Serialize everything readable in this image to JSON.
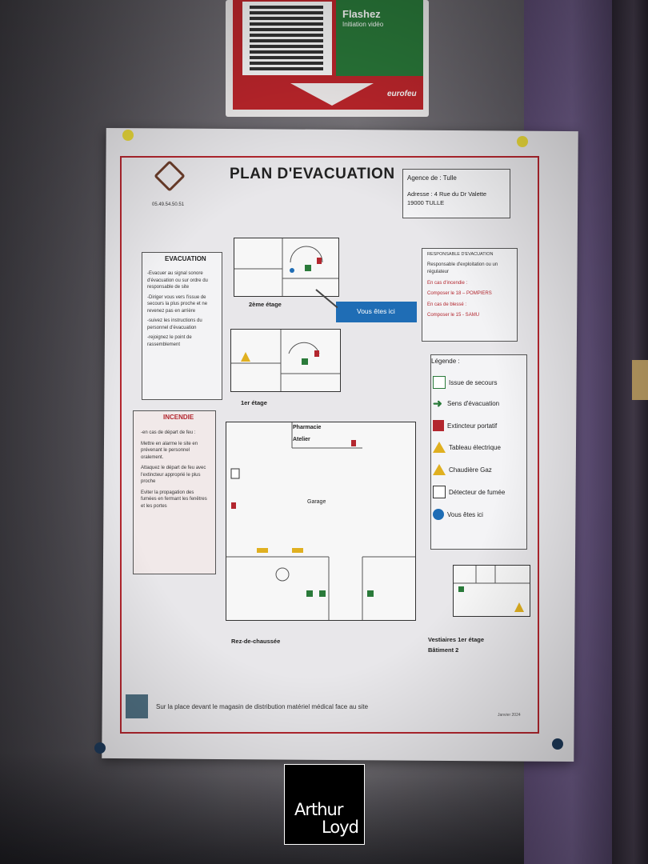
{
  "qr_sign": {
    "title": "Flashez",
    "subtitle": "Initiation vidéo",
    "brand": "eurofeu"
  },
  "poster": {
    "title": "PLAN D'EVACUATION",
    "phone": "05.49.54.50.51",
    "agency": {
      "label": "Agence de : Tulle",
      "address_line1": "Adresse : 4 Rue du Dr Valette",
      "address_line2": "19000 TULLE"
    },
    "evacuation": {
      "heading": "EVACUATION",
      "items": [
        "-Evacuer au signal sonore d'évacuation ou sur ordre du responsable de site",
        "-Diriger vous vers l'issue de secours la plus proche et ne revenez pas en arrière",
        "-suivez les instructions du personnel d'évacuation",
        "-rejoignez le point de rassemblement"
      ]
    },
    "incendie": {
      "heading": "INCENDIE",
      "items": [
        "-en cas de départ de feu :",
        "Mettre en alarme le site en prévenant le personnel oralement.",
        "Attaquez le départ de feu avec l'extincteur approprié le plus proche",
        "Eviter la propagation des fumées en fermant les fenêtres et les portes"
      ]
    },
    "floors": {
      "second": "2ème étage",
      "first": "1er étage",
      "ground": "Rez-de-chaussée",
      "annex_line1": "Vestiaires 1er étage",
      "annex_line2": "Bâtiment 2"
    },
    "ground_labels": {
      "pharmacie": "Pharmacie",
      "atelier": "Atelier",
      "garage": "Garage"
    },
    "here_label": "Vous êtes ici",
    "responsable": {
      "heading": "RESPONSABLE D'EVACUATION",
      "role": "Responsable d'exploitation ou un régulateur",
      "fire_case": "En cas d'incendie :",
      "fire_action": "Composer le 18 – POMPIERS",
      "injury_case": "En cas de blessé :",
      "injury_action": "Composer le 15 - SAMU"
    },
    "legend": {
      "heading": "Légende :",
      "items": [
        {
          "label": "Issue de secours",
          "icon": "exit-icon",
          "color": "#2a7a3a"
        },
        {
          "label": "Sens d'évacuation",
          "icon": "arrow-right-icon",
          "color": "#2a7a3a"
        },
        {
          "label": "Extincteur portatif",
          "icon": "extinguisher-icon",
          "color": "#b3262e"
        },
        {
          "label": "Tableau électrique",
          "icon": "electric-panel-icon",
          "color": "#e0b020"
        },
        {
          "label": "Chaudière Gaz",
          "icon": "gas-boiler-icon",
          "color": "#e0b020"
        },
        {
          "label": "Détecteur de fumée",
          "icon": "smoke-detector-icon",
          "color": "#333333"
        },
        {
          "label": "Vous êtes ici",
          "icon": "location-dot-icon",
          "color": "#1f6db5"
        }
      ]
    },
    "footer": "Sur la place devant le magasin de distribution matériel médical face au site",
    "date": "Janvier 2024"
  },
  "watermark": {
    "line1": "Arthur",
    "line2": "Loyd"
  }
}
